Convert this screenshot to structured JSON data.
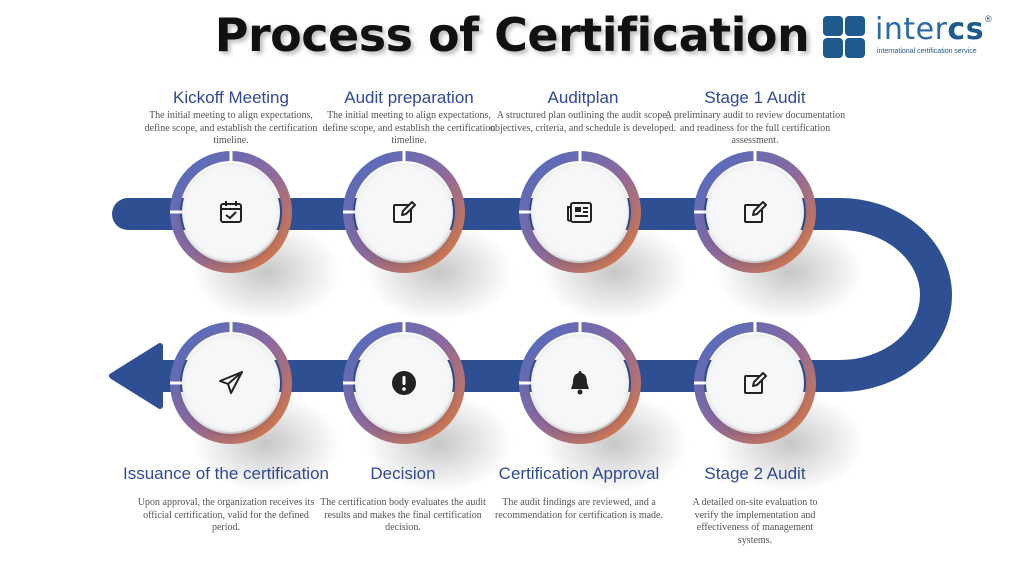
{
  "title": "Process of Certification",
  "logo": {
    "word_light": "inter",
    "word_bold": "cs",
    "registered": "®",
    "tagline": "international certification service"
  },
  "colors": {
    "track": "#2f4f93",
    "ring_blue": "#4b6cc3",
    "ring_orange": "#e07a3d",
    "title_text": "#2f4a9a",
    "logo": "#1f5a8e"
  },
  "steps": [
    {
      "title": "Kickoff Meeting",
      "description": "The initial meeting to align expectations, define scope, and establish the certification timeline.",
      "icon": "calendar-check-icon"
    },
    {
      "title": "Audit preparation",
      "description": "The initial meeting to align expectations, define scope, and establish the certification timeline.",
      "icon": "edit-icon"
    },
    {
      "title": "Auditplan",
      "description": "A structured plan outlining the audit scope, objectives, criteria, and schedule is developed.",
      "icon": "newspaper-icon"
    },
    {
      "title": "Stage 1 Audit",
      "description": "A preliminary audit to review documentation and readiness for the full certification assessment.",
      "icon": "edit-icon"
    },
    {
      "title": "Stage 2 Audit",
      "description": "A detailed on-site evaluation to verify the implementation and effectiveness of management systems.",
      "icon": "edit-icon"
    },
    {
      "title": "Certification Approval",
      "description": "The audit findings are reviewed, and a recommendation for certification is made.",
      "icon": "bell-icon"
    },
    {
      "title": "Decision",
      "description": "The certification body evaluates the audit results and makes the final certification decision.",
      "icon": "exclamation-circle-icon"
    },
    {
      "title": "Issuance of the certification",
      "description": "Upon approval, the organization receives its official certification, valid for the defined period.",
      "icon": "paper-plane-icon"
    }
  ]
}
